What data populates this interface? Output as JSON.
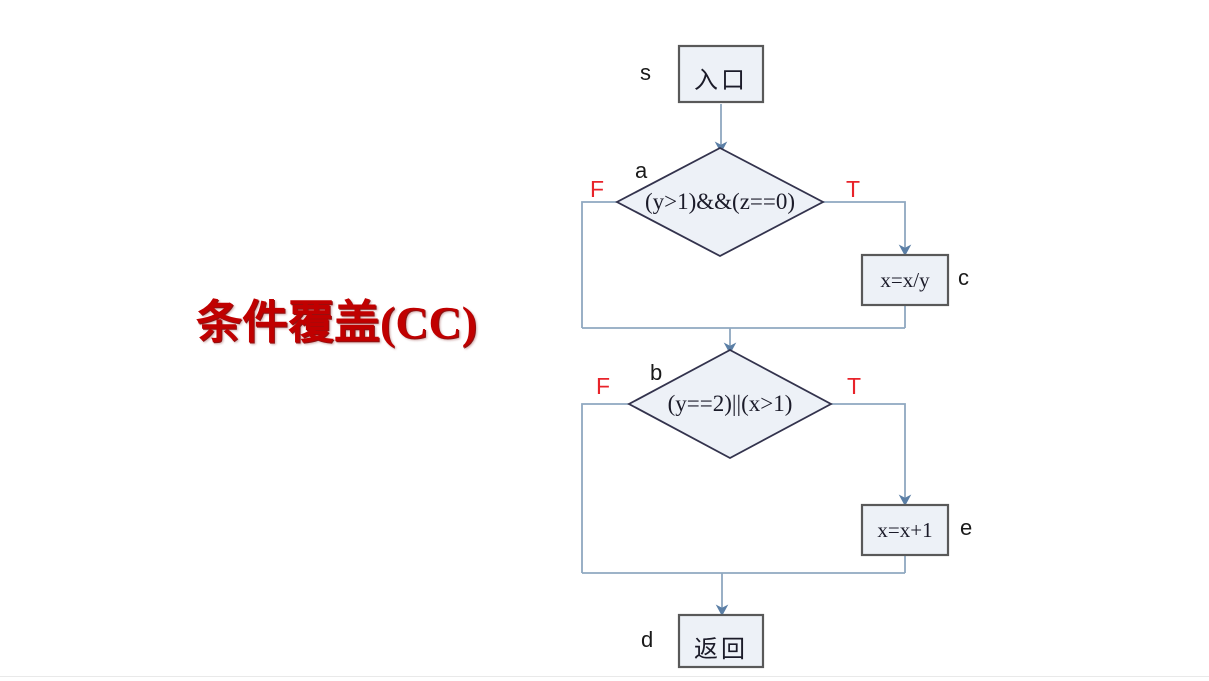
{
  "title": {
    "text": "条件覆盖(CC)",
    "color": "#C00000"
  },
  "colors": {
    "node_fill": "#EDF1F7",
    "node_border": "#595959",
    "diamond_border": "#33334D",
    "connector": "#8FA8C0",
    "arrowhead": "#5B7FA6",
    "branch_label": "#E8232A",
    "background": "#FFFFFF"
  },
  "diagram": {
    "type": "flowchart",
    "nodes": [
      {
        "id": "s",
        "label": "s",
        "shape": "rectangle",
        "text": "入口"
      },
      {
        "id": "a",
        "label": "a",
        "shape": "diamond",
        "text": "(y>1)&&(z==0)"
      },
      {
        "id": "c",
        "label": "c",
        "shape": "rectangle",
        "text": "x=x/y"
      },
      {
        "id": "b",
        "label": "b",
        "shape": "diamond",
        "text": "(y==2)||(x>1)"
      },
      {
        "id": "e",
        "label": "e",
        "shape": "rectangle",
        "text": "x=x+1"
      },
      {
        "id": "d",
        "label": "d",
        "shape": "rectangle",
        "text": "返回"
      }
    ],
    "branches": {
      "a_false": "F",
      "a_true": "T",
      "b_false": "F",
      "b_true": "T"
    },
    "edges": [
      {
        "from": "s",
        "to": "a",
        "label": ""
      },
      {
        "from": "a",
        "to": "c",
        "label": "T"
      },
      {
        "from": "a",
        "to": "b",
        "label": "F"
      },
      {
        "from": "c",
        "to": "b",
        "label": ""
      },
      {
        "from": "b",
        "to": "e",
        "label": "T"
      },
      {
        "from": "b",
        "to": "d",
        "label": "F"
      },
      {
        "from": "e",
        "to": "d",
        "label": ""
      }
    ]
  }
}
